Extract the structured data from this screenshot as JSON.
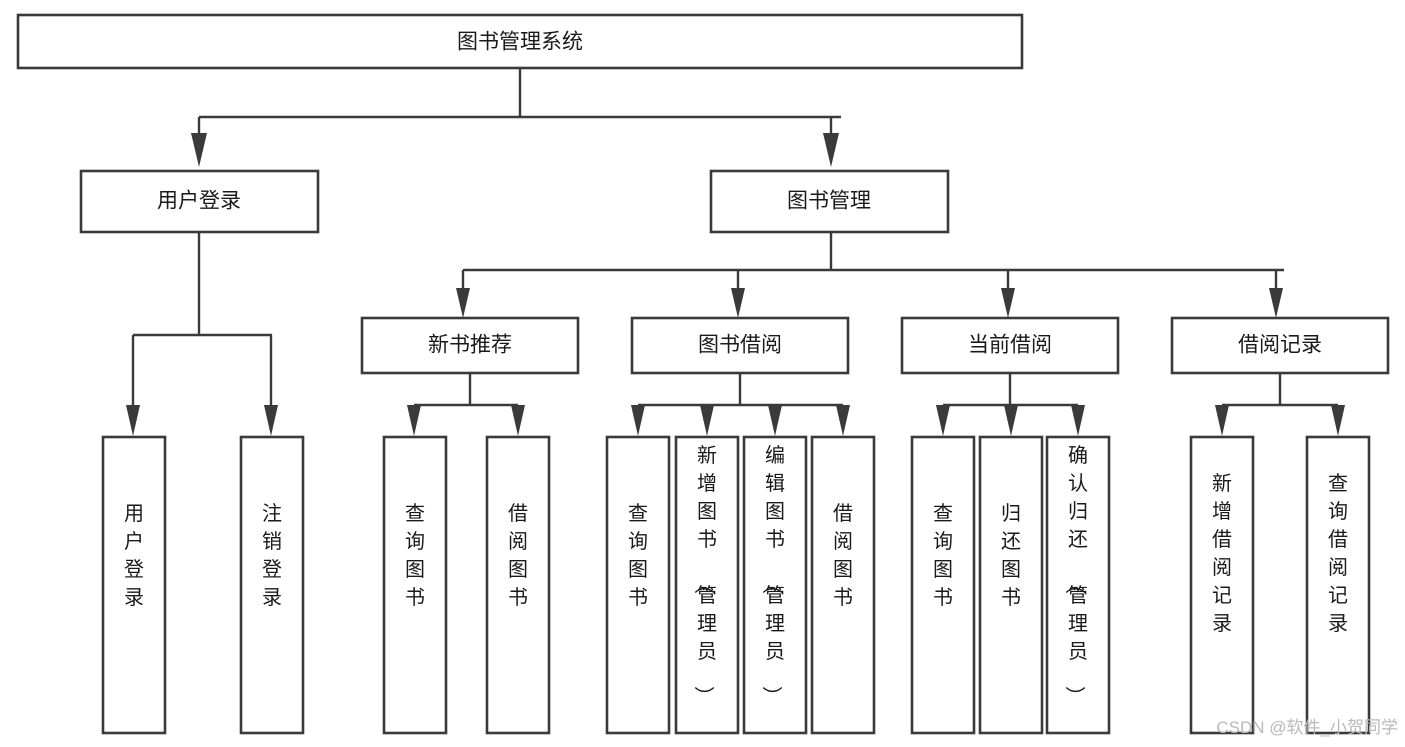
{
  "diagram": {
    "type": "tree",
    "title": "图书管理系统",
    "orientation": "top-down",
    "colors": {
      "box_stroke": "#3a3a3a",
      "box_fill": "#ffffff",
      "connector": "#3a3a3a",
      "text": "#1a1a1a",
      "watermark": "#b9b9b9",
      "background": "#ffffff"
    },
    "root": {
      "id": "root",
      "label": "图书管理系统"
    },
    "level1": [
      {
        "id": "user-login",
        "label": "用户登录"
      },
      {
        "id": "book-manage",
        "label": "图书管理"
      }
    ],
    "level2": [
      {
        "id": "new-book-recommend",
        "label": "新书推荐",
        "parent": "book-manage"
      },
      {
        "id": "book-borrow",
        "label": "图书借阅",
        "parent": "book-manage"
      },
      {
        "id": "current-borrow",
        "label": "当前借阅",
        "parent": "book-manage"
      },
      {
        "id": "borrow-record",
        "label": "借阅记录",
        "parent": "book-manage"
      }
    ],
    "leaves": {
      "user-login": [
        {
          "id": "leaf-user-login",
          "label": "用户登录"
        },
        {
          "id": "leaf-user-logout",
          "label": "注销登录"
        }
      ],
      "new-book-recommend": [
        {
          "id": "leaf-query-book-1",
          "label": "查询图书"
        },
        {
          "id": "leaf-borrow-book-1",
          "label": "借阅图书"
        }
      ],
      "book-borrow": [
        {
          "id": "leaf-query-book-2",
          "label": "查询图书"
        },
        {
          "id": "leaf-add-book",
          "label": "新增图书（管理员）"
        },
        {
          "id": "leaf-edit-book",
          "label": "编辑图书（管理员）"
        },
        {
          "id": "leaf-borrow-book-2",
          "label": "借阅图书"
        }
      ],
      "current-borrow": [
        {
          "id": "leaf-query-book-3",
          "label": "查询图书"
        },
        {
          "id": "leaf-return-book",
          "label": "归还图书"
        },
        {
          "id": "leaf-confirm-return",
          "label": "确认归还（管理员）"
        }
      ],
      "borrow-record": [
        {
          "id": "leaf-add-record",
          "label": "新增借阅记录"
        },
        {
          "id": "leaf-query-record",
          "label": "查询借阅记录"
        }
      ]
    }
  },
  "watermark": {
    "text": "CSDN @软件_小贺同学"
  }
}
